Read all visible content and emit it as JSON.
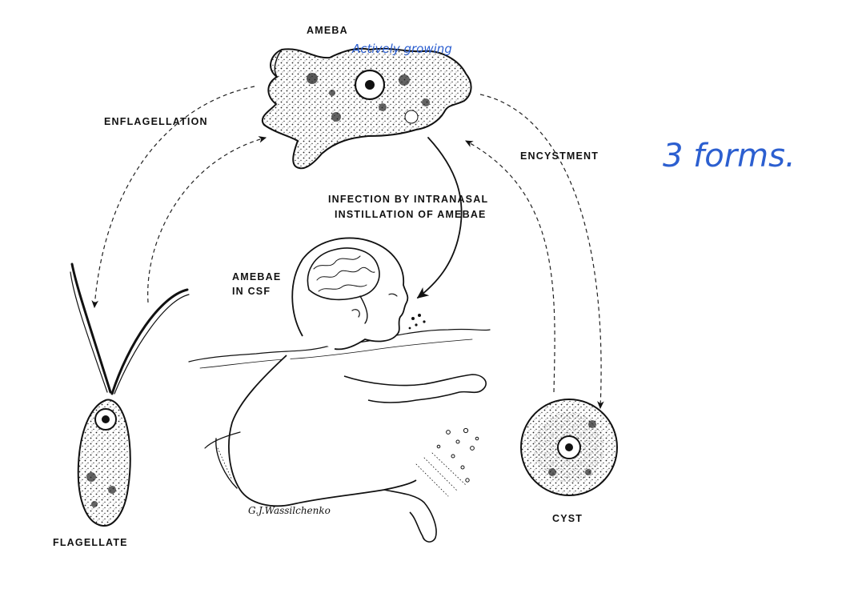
{
  "diagram": {
    "labels": {
      "ameba": "AMEBA",
      "enflagellation": "ENFLAGELLATION",
      "encystment": "ENCYSTMENT",
      "infection_line1": "INFECTION BY INTRANASAL",
      "infection_line2": "INSTILLATION OF AMEBAE",
      "amebae_csf_line1": "AMEBAE",
      "amebae_csf_line2": "IN CSF",
      "flagellate": "FLAGELLATE",
      "cyst": "CYST"
    },
    "signature": "G.J.Wassilchenko"
  },
  "annotations": {
    "handwritten_note": "Actively growing",
    "handwritten_side": "3 forms."
  },
  "colors": {
    "ink": "#111111",
    "annotation_blue": "#2c5fd0"
  }
}
